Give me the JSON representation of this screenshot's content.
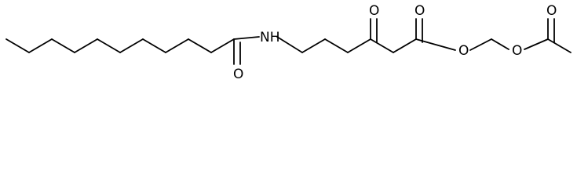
{
  "molecule": {
    "atoms": {
      "amide_nh": "NH",
      "amide_o": "O",
      "ketone_o": "O",
      "ester_carbonyl_o": "O",
      "ester_o": "O",
      "ether_o": "O",
      "acetyl_o": "O"
    },
    "colors": {
      "bond": "#000000",
      "label": "#000000",
      "background": "#ffffff"
    }
  }
}
